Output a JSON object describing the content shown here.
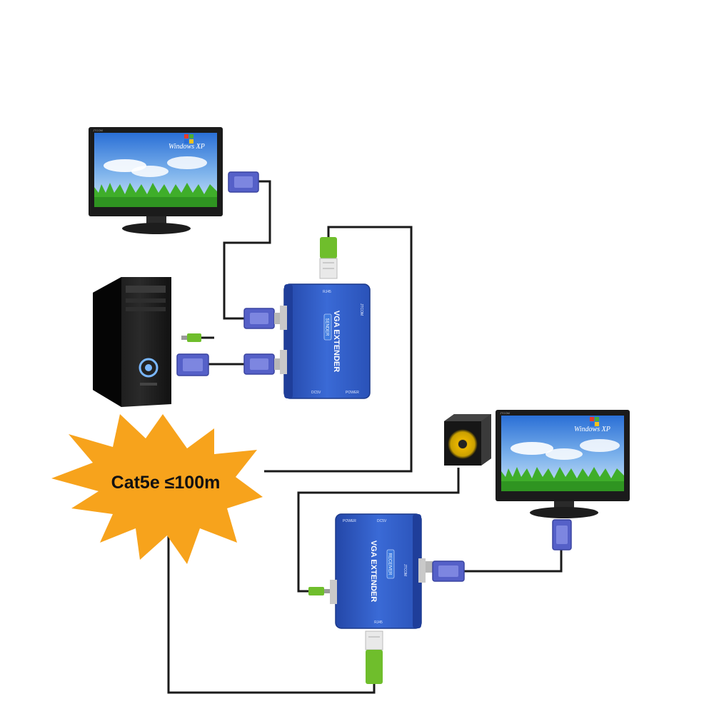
{
  "monitor_top": {
    "brand": "JTCOM",
    "os_label": "Windows XP"
  },
  "monitor_bottom": {
    "brand": "JTCOM",
    "os_label": "Windows XP"
  },
  "transmitter": {
    "title": "VGA EXTENDER",
    "badge": "SENDER",
    "top_port": "RJ45",
    "bottom_left": "DC5V",
    "bottom_right": "POWER",
    "side_mark": "JTCOM"
  },
  "receiver": {
    "title": "VGA EXTENDER",
    "badge": "RECEIVER",
    "top_left": "POWER",
    "top_right": "DC5V",
    "bottom_port": "RJ45",
    "side_mark": "JTCOM"
  },
  "cable_note": "Cat5e ≤100m",
  "colors": {
    "cable": "#1a1a1a",
    "burst": "#f7a31c",
    "extender": "#2f5fc9",
    "vga_plug": "#5560c8",
    "rj45": "#6fbe2c"
  }
}
